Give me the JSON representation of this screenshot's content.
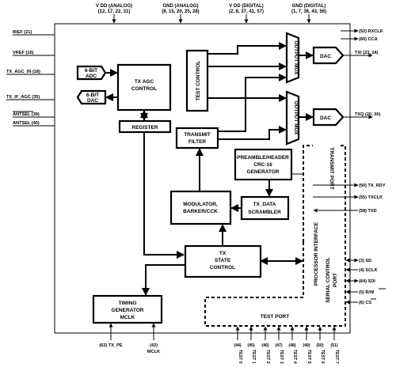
{
  "top_pins": {
    "vdd_analog": "V DD (ANALOG)",
    "vdd_analog_nums": "(12, 17, 22, 31)",
    "gnd_analog": "GND (ANALOG)",
    "gnd_analog_nums": "(9, 15, 20, 25, 28)",
    "vdd_digital": "V DD (DIGITAL)",
    "vdd_digital_nums": "(2, 8, 37, 41, 57)",
    "gnd_digital": "GND (DIGITAL)",
    "gnd_digital_nums": "(1, 7, 36, 43, 56)"
  },
  "left_pins": {
    "iref": "IREF (21)",
    "vref": "VREF (16)",
    "tx_agc_in": "TX_AGC_IN (18)",
    "tx_if_agc": "TX_IF_AGC (35)",
    "antsel_39": "ANTSEL (39)",
    "antsel_40": "ANTSEL (40)"
  },
  "right_pins": {
    "rxclk": "(52) RXCLK",
    "cca": "(60) CCA",
    "txi": "TXI (23, 24)",
    "txq": "TXQ (20, 30)",
    "tx_rdy": "(50) TX_RDY",
    "txclk": "(55) TXCLK",
    "txd": "(58) TXD",
    "sd": "(3) SD",
    "sclk": "(4) SCLK",
    "sdi": "(64) SDI",
    "rw": "(5) R/W",
    "cs": "(6) CS"
  },
  "bottom_pins": {
    "tx_pe_num": "(62) TX_PE",
    "mclk_num": "(42)",
    "mclk": "MCLK",
    "tests": [
      {
        "name": "TEST 0",
        "num": "(44)"
      },
      {
        "name": "TEST 1",
        "num": "(45)"
      },
      {
        "name": "TEST 2",
        "num": "(46)"
      },
      {
        "name": "TEST 3",
        "num": "(47)"
      },
      {
        "name": "TEST 4",
        "num": "(48)"
      },
      {
        "name": "TEST 5",
        "num": "(49)"
      },
      {
        "name": "TEST 6",
        "num": "(50)"
      },
      {
        "name": "TEST 7",
        "num": "(51)"
      }
    ]
  },
  "blocks": {
    "adc_l1": "6-BIT",
    "adc_l2": "ADC",
    "dac6_l1": "6-BIT",
    "dac6_l2": "DAC",
    "txagc_l1": "TX AGC",
    "txagc_l2": "CONTROL",
    "register": "REGISTER",
    "test_control": "TEST CONTROL",
    "output_mux": "OUTPUT MUX",
    "dac": "DAC",
    "tx_filter_l1": "TRANSMIT",
    "tx_filter_l2": "FILTER",
    "preamble_l1": "PREAMBLE/HEADER",
    "preamble_l2": "CRC-16",
    "preamble_l3": "GENERATOR",
    "modulator_l1": "MODULATOR,",
    "modulator_l2": "BARKER/CCK",
    "scrambler_l1": "TX_DATA",
    "scrambler_l2": "SCRAMBLER",
    "state_l1": "TX",
    "state_l2": "STATE",
    "state_l3": "CONTROL",
    "timing_l1": "TIMING",
    "timing_l2": "GENERATOR",
    "timing_l3": "MCLK",
    "transmit_port": "TRANSMIT PORT",
    "processor_interface": "PROCESSOR INTERFACE",
    "serial_control_l1": "SERIAL CONTROL",
    "serial_control_l2": "PORT",
    "test_port": "TEST PORT"
  }
}
